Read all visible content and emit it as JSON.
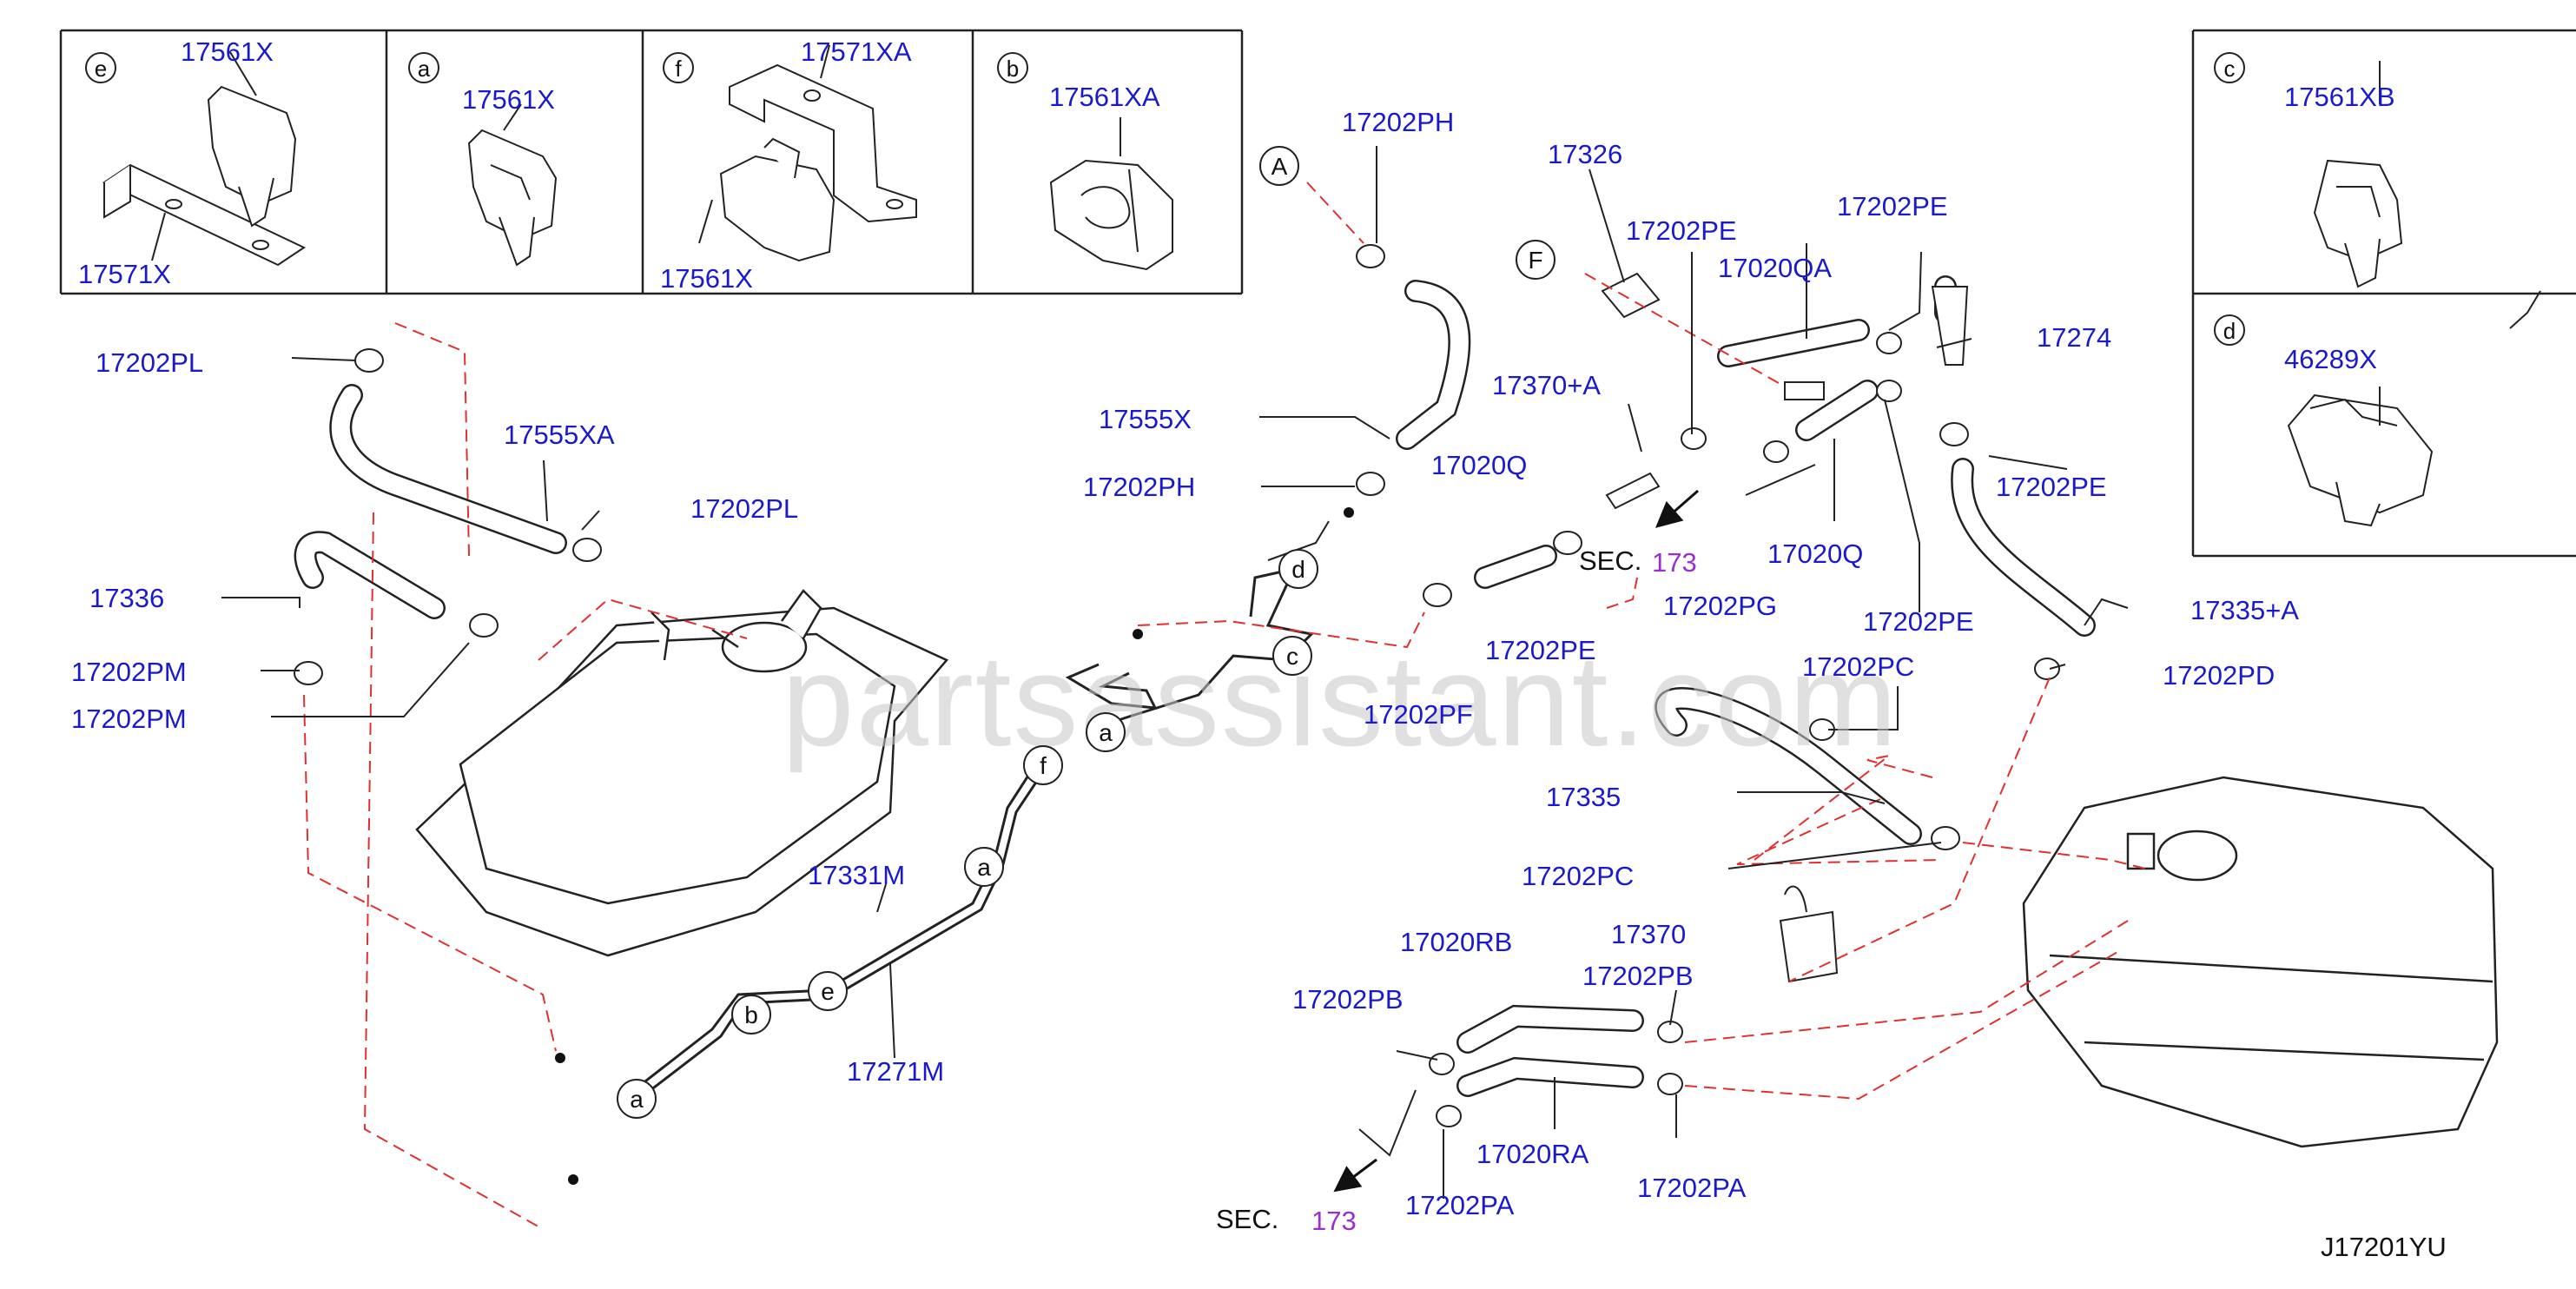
{
  "diagram_id": "J17201YU",
  "watermark": "partsassistant.com",
  "colors": {
    "label": "#1a1acc",
    "section_ref": "#9a2fd0",
    "line": "#222222",
    "dashed": "#e03030"
  },
  "legend_boxes": [
    {
      "letter": "e",
      "parts": [
        "17561X",
        "17571X"
      ]
    },
    {
      "letter": "a",
      "parts": [
        "17561X"
      ]
    },
    {
      "letter": "f",
      "parts": [
        "17571XA",
        "17561X"
      ]
    },
    {
      "letter": "b",
      "parts": [
        "17561XA"
      ]
    },
    {
      "letter": "c",
      "parts": [
        "17561XB"
      ]
    },
    {
      "letter": "d",
      "parts": [
        "46289X"
      ]
    }
  ],
  "ref_markers": [
    "A",
    "F"
  ],
  "routing_letters": [
    "a",
    "a",
    "a",
    "b",
    "c",
    "d",
    "e",
    "f"
  ],
  "section_refs": [
    {
      "prefix": "SEC.",
      "number": "173"
    },
    {
      "prefix": "SEC.",
      "number": "173"
    }
  ],
  "part_labels": [
    "17202PH",
    "17555X",
    "17202PH",
    "17326",
    "17202PE",
    "17020QA",
    "17202PE",
    "17274",
    "17370+A",
    "17202PE",
    "17020Q",
    "17020Q",
    "17202PG",
    "17202PE",
    "17202PE",
    "17202PF",
    "17335+A",
    "17202PD",
    "17202PC",
    "17335",
    "17202PC",
    "17370",
    "17020RB",
    "17202PB",
    "17202PB",
    "17020RA",
    "17202PA",
    "17202PA",
    "17202PL",
    "17555XA",
    "17202PL",
    "17336",
    "17202PM",
    "17202PM",
    "17331M",
    "17271M"
  ]
}
